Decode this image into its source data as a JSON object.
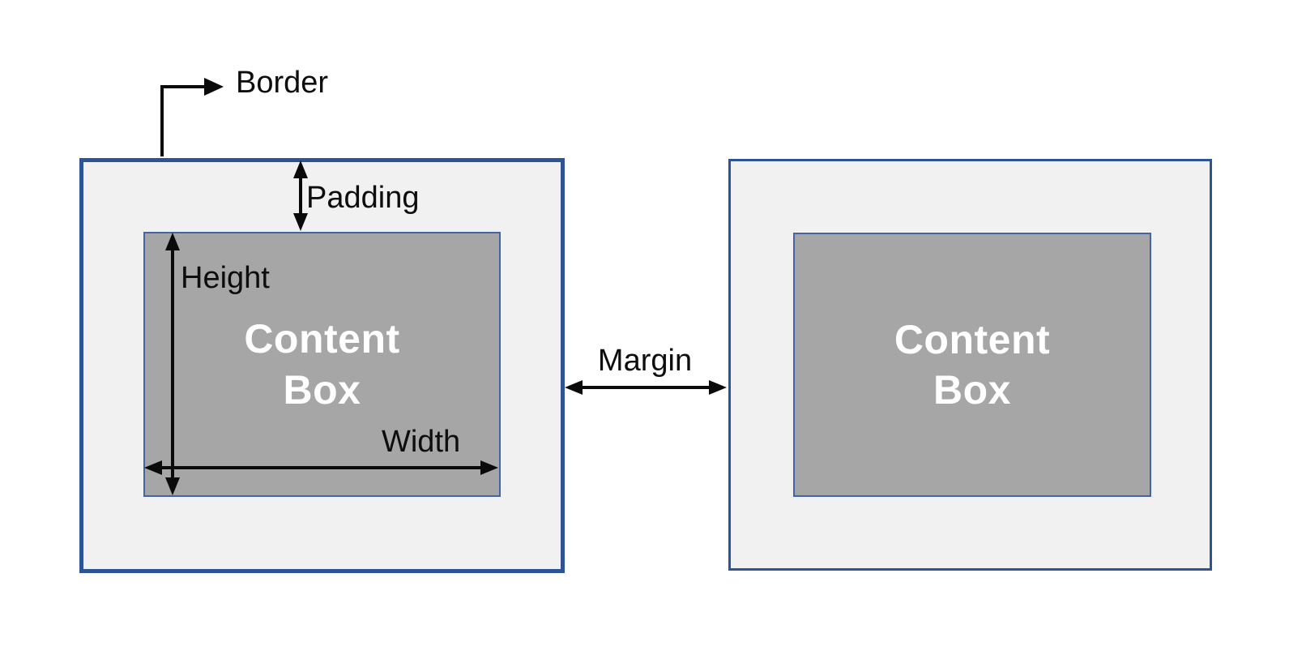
{
  "diagram": {
    "title_semantic": "CSS box model diagram",
    "annotations": {
      "border": "Border",
      "padding": "Padding",
      "height": "Height",
      "width": "Width",
      "margin": "Margin"
    },
    "left_box": {
      "content_line1": "Content",
      "content_line2": "Box"
    },
    "right_box": {
      "content_line1": "Content",
      "content_line2": "Box"
    },
    "colors": {
      "outer_border": "#2F5496",
      "inner_border": "#4366A3",
      "padding_fill": "#F1F1F2",
      "content_fill": "#A6A6A6",
      "content_text": "#FFFFFF",
      "arrow": "#0A0A0A",
      "label_text": "#0D0D0D",
      "page_background": "#FFFFFF"
    }
  }
}
